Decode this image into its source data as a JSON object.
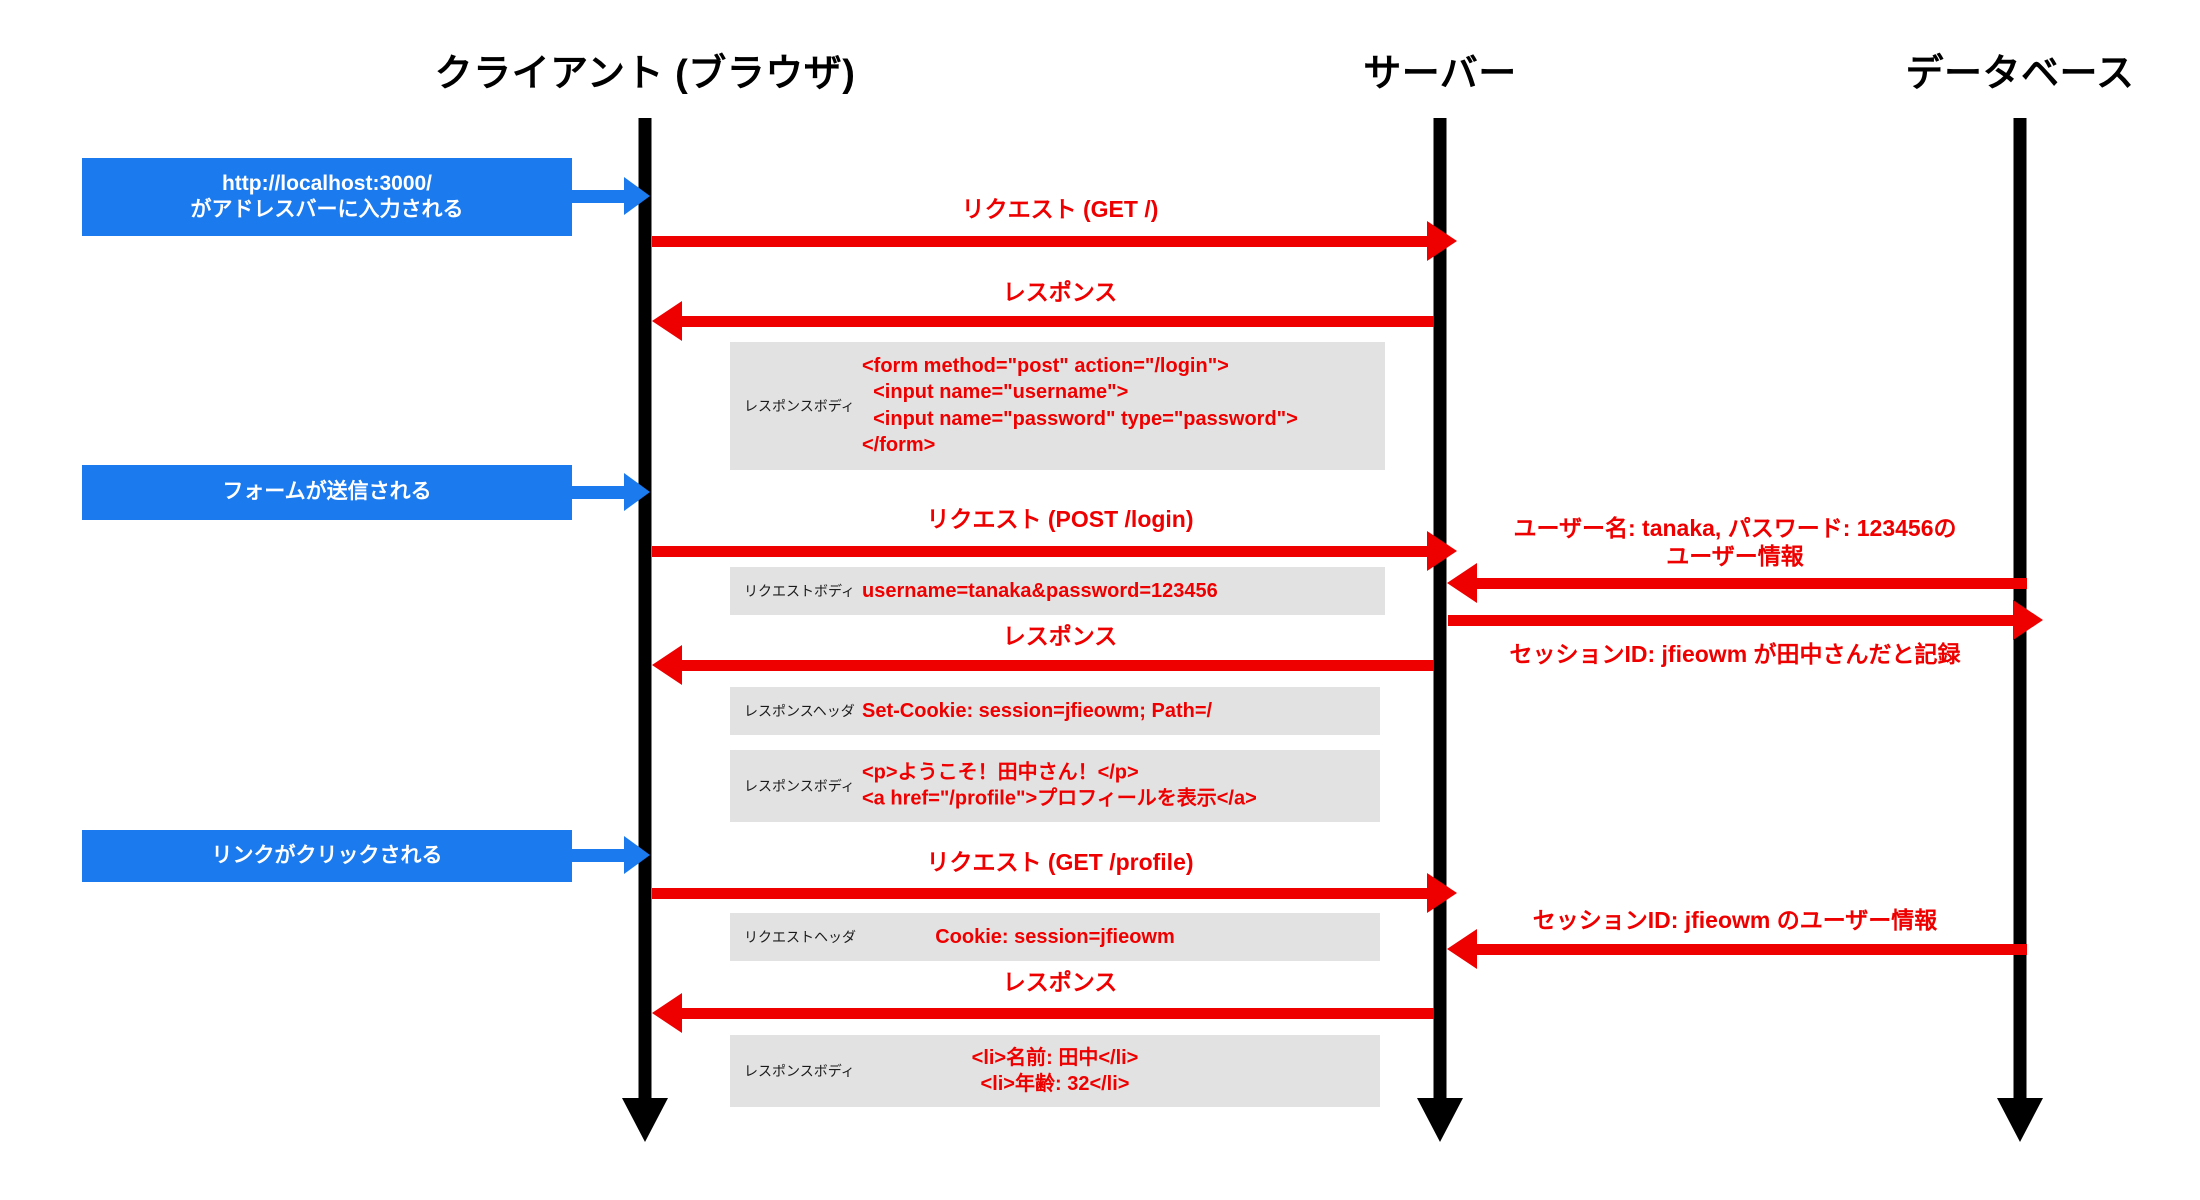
{
  "diagram": {
    "title": "HTTP session sequence diagram",
    "colors": {
      "lifeline": "#000000",
      "message": "#ee0000",
      "note": "#1a7aee",
      "payload_bg": "#e2e2e2",
      "background": "#ffffff"
    }
  },
  "actors": [
    {
      "id": "client",
      "label": "クライアント (ブラウザ)"
    },
    {
      "id": "server",
      "label": "サーバー"
    },
    {
      "id": "database",
      "label": "データベース"
    }
  ],
  "notes": [
    {
      "id": "note-url-typed",
      "text": "http://localhost:3000/\nがアドレスバーに入力される",
      "line1": "http://localhost:3000/",
      "line2": "がアドレスバーに入力される"
    },
    {
      "id": "note-form-submitted",
      "text": "フォームが送信される"
    },
    {
      "id": "note-link-clicked",
      "text": "リンクがクリックされる"
    }
  ],
  "messages": [
    {
      "id": "msg-get-root",
      "label": "リクエスト (GET /)",
      "from": "client",
      "to": "server",
      "direction": "right"
    },
    {
      "id": "msg-response-1",
      "label": "レスポンス",
      "from": "server",
      "to": "client",
      "direction": "left"
    },
    {
      "id": "msg-post-login",
      "label": "リクエスト (POST /login)",
      "from": "client",
      "to": "server",
      "direction": "right"
    },
    {
      "id": "msg-db-lookup-user",
      "label": "ユーザー名: tanaka, パスワード: 123456の\nユーザー情報",
      "line1": "ユーザー名: tanaka, パスワード: 123456の",
      "line2": "ユーザー情報",
      "from": "server",
      "to": "database",
      "direction": "left"
    },
    {
      "id": "msg-db-store-session",
      "label": "セッションID: jfieowm が田中さんだと記録",
      "from": "server",
      "to": "database",
      "direction": "right"
    },
    {
      "id": "msg-response-2",
      "label": "レスポンス",
      "from": "server",
      "to": "client",
      "direction": "left"
    },
    {
      "id": "msg-get-profile",
      "label": "リクエスト (GET /profile)",
      "from": "client",
      "to": "server",
      "direction": "right"
    },
    {
      "id": "msg-db-session-user",
      "label": "セッションID: jfieowm のユーザー情報",
      "from": "database",
      "to": "server",
      "direction": "left"
    },
    {
      "id": "msg-response-3",
      "label": "レスポンス",
      "from": "server",
      "to": "client",
      "direction": "left"
    }
  ],
  "payloads": [
    {
      "id": "payload-response-body-form",
      "key": "レスポンスボディ",
      "value": "<form method=\"post\" action=\"/login\">\n  <input name=\"username\">\n  <input name=\"password\" type=\"password\">\n</form>",
      "align": "offset"
    },
    {
      "id": "payload-request-body-login",
      "key": "リクエストボディ",
      "value": "username=tanaka&password=123456",
      "align": "offset"
    },
    {
      "id": "payload-response-header-setcookie",
      "key": "レスポンスヘッダ",
      "value": "Set-Cookie: session=jfieowm; Path=/",
      "align": "offset"
    },
    {
      "id": "payload-response-body-welcome",
      "key": "レスポンスボディ",
      "value": "<p>ようこそ！田中さん！</p>\n<a href=\"/profile\">プロフィールを表示</a>",
      "align": "offset"
    },
    {
      "id": "payload-request-header-cookie",
      "key": "リクエストヘッダ",
      "value": "Cookie: session=jfieowm",
      "align": "centered"
    },
    {
      "id": "payload-response-body-profile",
      "key": "レスポンスボディ",
      "value": "<li>名前: 田中</li>\n<li>年齢: 32</li>",
      "align": "centered"
    }
  ]
}
